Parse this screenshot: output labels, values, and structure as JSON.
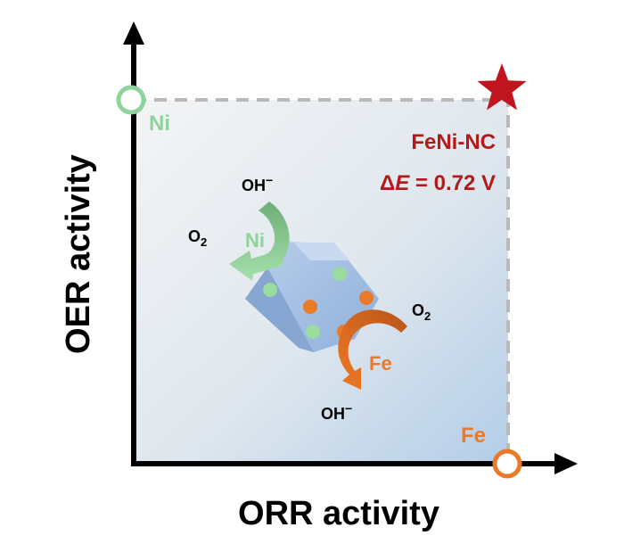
{
  "axes": {
    "x_label": "ORR activity",
    "y_label": "OER activity"
  },
  "corners": {
    "top_left_label": "Ni",
    "bottom_right_label": "Fe"
  },
  "catalyst": {
    "name": "FeNi-NC",
    "delta_e_symbol": "Δ",
    "delta_e_var": "E",
    "delta_e_value": " = 0.72 V"
  },
  "ni_reaction": {
    "reactant": "OH",
    "reactant_charge": "−",
    "product": "O",
    "product_sub": "2",
    "metal": "Ni"
  },
  "fe_reaction": {
    "reactant": "O",
    "reactant_sub": "2",
    "product": "OH",
    "product_charge": "−",
    "metal": "Fe"
  },
  "colors": {
    "ni_green": "#8ed39a",
    "fe_orange": "#ea7a2a",
    "star_red": "#c0141e",
    "label_red": "#b31b1b",
    "gradient_light": "#eef2f4",
    "gradient_blue": "#b9d2ea"
  }
}
